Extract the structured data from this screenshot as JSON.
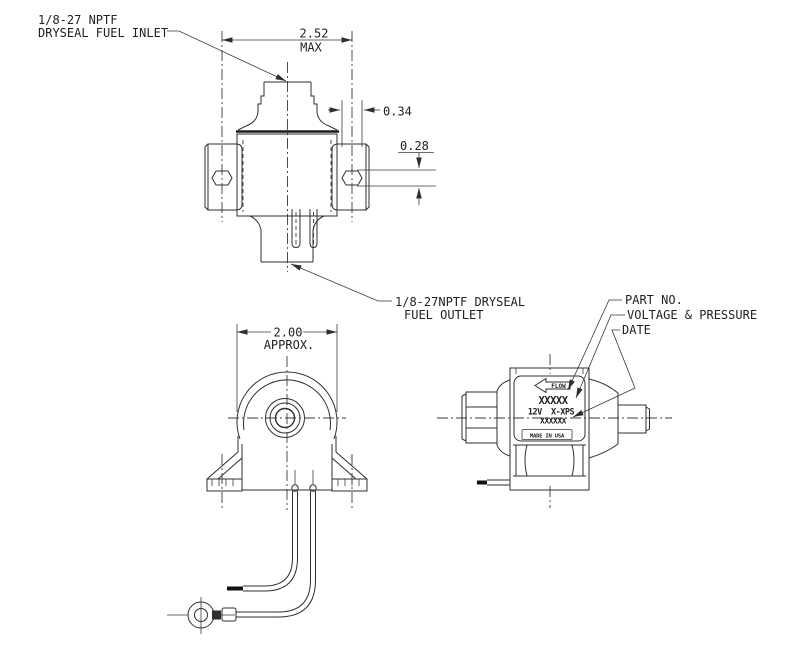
{
  "drawing_title": "electric fuel pump dimensional drawing",
  "colors": {
    "background": "#ffffff",
    "line": "#2f2f2f",
    "text": "#222222"
  },
  "callouts": {
    "inlet": {
      "line1": "1/8-27 NPTF",
      "line2": "DRYSEAL FUEL INLET"
    },
    "outlet": {
      "line1": "1/8-27NPTF DRYSEAL",
      "line2": "FUEL OUTLET"
    },
    "part_no": "PART NO.",
    "voltage_pressure": "VOLTAGE & PRESSURE",
    "date": "DATE"
  },
  "dimensions": {
    "overall_width": {
      "value": "2.52",
      "qualifier": "MAX"
    },
    "terminal_width": "0.34",
    "slot_height": "0.28",
    "body_width": {
      "value": "2.00",
      "qualifier": "APPROX."
    }
  },
  "nameplate": {
    "flow_label": "FLOW",
    "part_number": "XXXXX",
    "voltage_and_model": "12V  X-XPS",
    "date_code": "XXXXXX",
    "origin": "MADE IN USA"
  }
}
